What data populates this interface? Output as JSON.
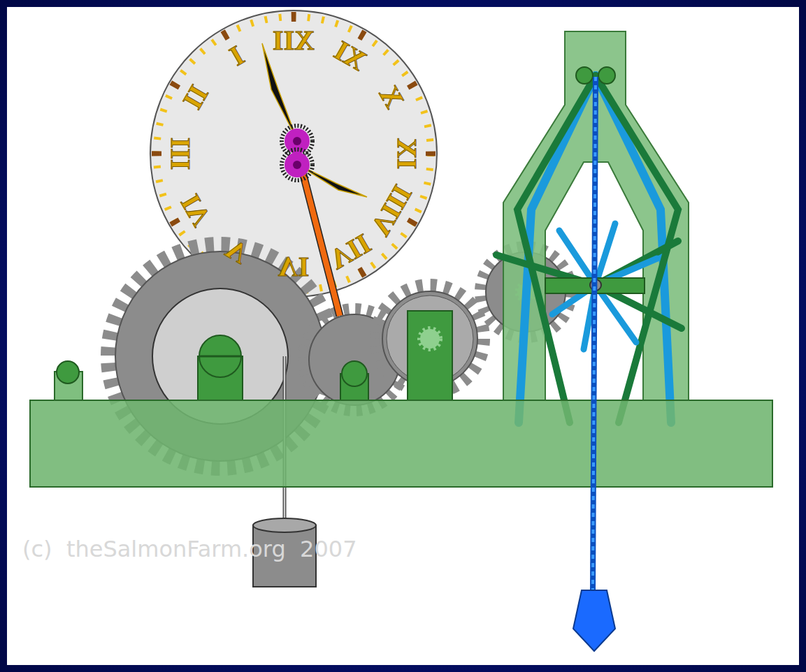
{
  "diagram": {
    "labels": [
      "XII",
      "I",
      "II",
      "III",
      "IV",
      "V",
      "VI",
      "VII",
      "VIII",
      "IX",
      "X",
      "XI",
      "(c)  theSalmonFarm.org  2007"
    ]
  }
}
